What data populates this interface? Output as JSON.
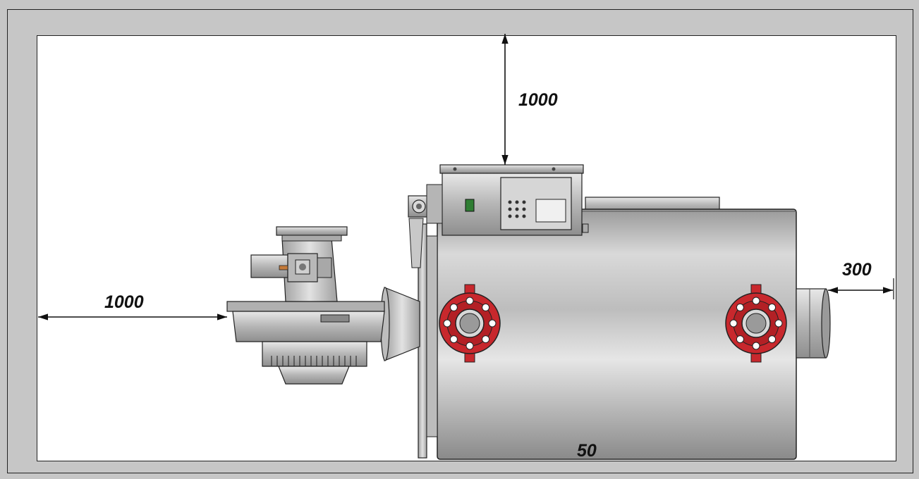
{
  "dimensions": {
    "top_clearance": "1000",
    "left_clearance": "1000",
    "right_clearance": "300",
    "bottom_clearance": "50"
  },
  "colors": {
    "background": "#c6c6c6",
    "paper": "#ffffff",
    "steel": "#c2c2c2",
    "flange_red": "#c8282d",
    "indicator_green": "#2e7d32"
  },
  "icons": {
    "arrows": "double-headed-dimension-arrow",
    "flanges": "bolted-pipe-flange"
  }
}
